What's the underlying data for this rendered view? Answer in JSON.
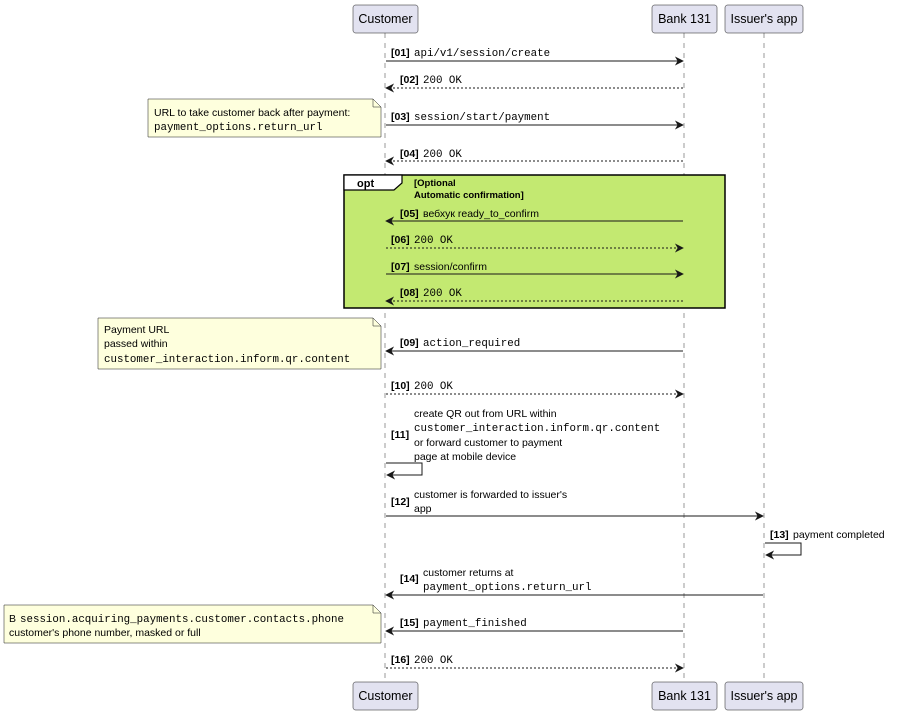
{
  "participants": {
    "customer": "Customer",
    "bank": "Bank 131",
    "issuer": "Issuer's app"
  },
  "opt": {
    "keyword": "opt",
    "guard_line1": "[Optional",
    "guard_line2": "Automatic confirmation]"
  },
  "notes": {
    "n1": {
      "line1": "URL to take customer back after payment:",
      "line2": "payment_options.return_url"
    },
    "n2": {
      "line1": "Payment URL",
      "line2": "passed within",
      "line3": "customer_interaction.inform.qr.content"
    },
    "n3": {
      "prefix": "В",
      "code": "session.acquiring_payments.customer.contacts.phone",
      "line2": "customer's phone number, masked or full"
    }
  },
  "messages": [
    {
      "num": "[01]",
      "text": "api/v1/session/create",
      "from": "customer",
      "to": "bank",
      "style": "solid"
    },
    {
      "num": "[02]",
      "text": "200 OK",
      "from": "bank",
      "to": "customer",
      "style": "dashed"
    },
    {
      "num": "[03]",
      "text": "session/start/payment",
      "from": "customer",
      "to": "bank",
      "style": "solid"
    },
    {
      "num": "[04]",
      "text": "200 OK",
      "from": "bank",
      "to": "customer",
      "style": "dashed"
    },
    {
      "num": "[05]",
      "text": "вебхук ready_to_confirm",
      "from": "bank",
      "to": "customer",
      "style": "solid"
    },
    {
      "num": "[06]",
      "text": "200 OK",
      "from": "customer",
      "to": "bank",
      "style": "dashed"
    },
    {
      "num": "[07]",
      "text": "session/confirm",
      "from": "customer",
      "to": "bank",
      "style": "solid"
    },
    {
      "num": "[08]",
      "text": "200 OK",
      "from": "bank",
      "to": "customer",
      "style": "dashed"
    },
    {
      "num": "[09]",
      "text": "action_required",
      "from": "bank",
      "to": "customer",
      "style": "solid"
    },
    {
      "num": "[10]",
      "text": "200 OK",
      "from": "customer",
      "to": "bank",
      "style": "dashed"
    },
    {
      "num": "[11]",
      "line1": "create QR out from URL within",
      "line2": "customer_interaction.inform.qr.content",
      "line3": "or forward customer to payment",
      "line4": "page at mobile device",
      "from": "customer",
      "to": "customer",
      "style": "solid"
    },
    {
      "num": "[12]",
      "line1": "customer is forwarded to issuer's",
      "line2": "app",
      "from": "customer",
      "to": "issuer",
      "style": "solid"
    },
    {
      "num": "[13]",
      "text": "payment completed",
      "from": "issuer",
      "to": "issuer",
      "style": "solid"
    },
    {
      "num": "[14]",
      "line1": "customer returns at",
      "line2": "payment_options.return_url",
      "from": "issuer",
      "to": "customer",
      "style": "solid"
    },
    {
      "num": "[15]",
      "text": "payment_finished",
      "from": "bank",
      "to": "customer",
      "style": "solid"
    },
    {
      "num": "[16]",
      "text": "200 OK",
      "from": "customer",
      "to": "bank",
      "style": "dashed"
    }
  ]
}
